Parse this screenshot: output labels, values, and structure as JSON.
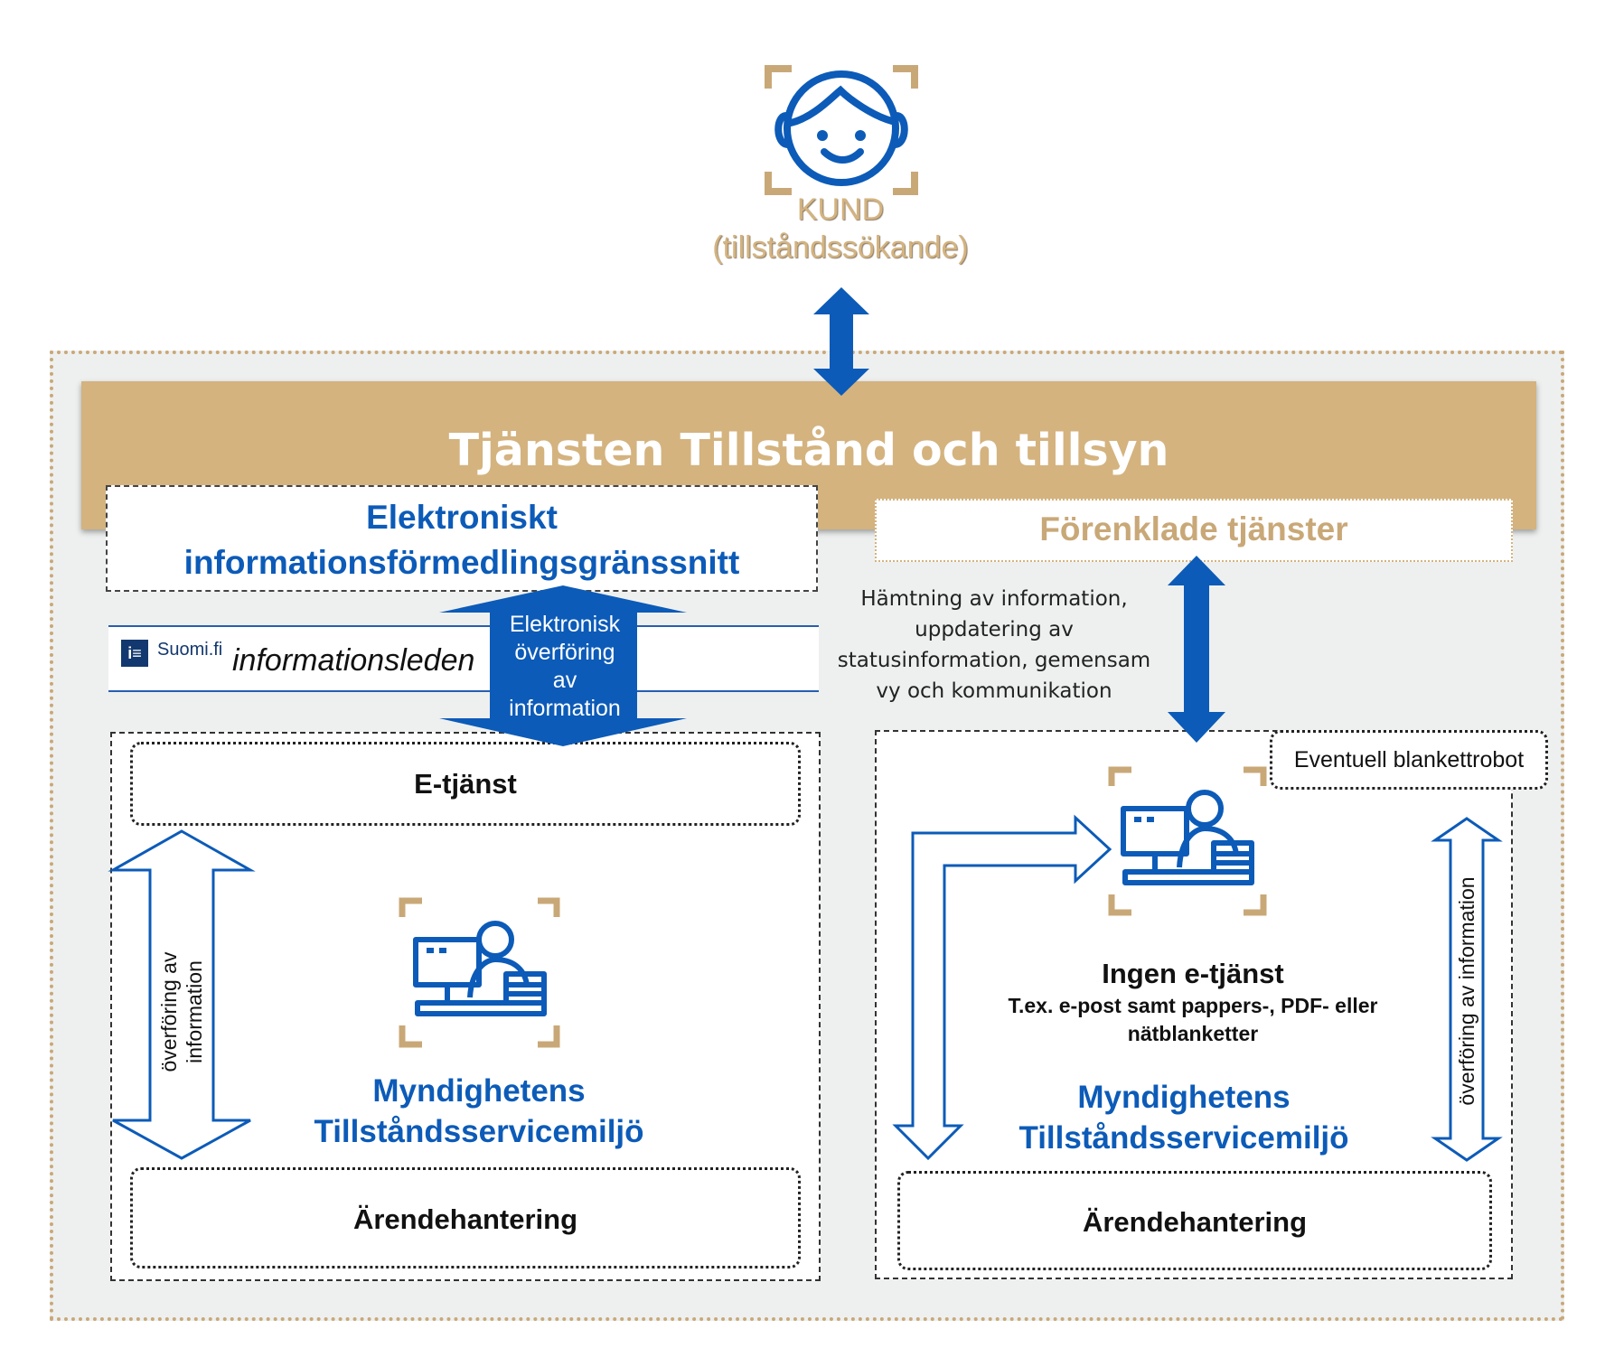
{
  "kund": {
    "line1": "KUND",
    "line2": "(tillståndssökande)"
  },
  "banner": {
    "title": "Tjänsten Tillstånd och tillsyn"
  },
  "left_top": {
    "line1": "Elektroniskt",
    "line2": "informationsförmedlingsgränssnitt"
  },
  "right_top": {
    "title": "Förenklade tjänster"
  },
  "suomi": {
    "logo_text": "Suomi.fi",
    "band_text": "informationsleden"
  },
  "transfer_arrow": {
    "line1": "Elektronisk",
    "line2": "överföring",
    "line3": "av",
    "line4": "information"
  },
  "right_desc": {
    "line1": "Hämtning av information,",
    "line2": "uppdatering av",
    "line3": "statusinformation, gemensam",
    "line4": "vy och kommunikation"
  },
  "left_panel": {
    "etjanst": "E-tjänst",
    "vertical_line1": "överföring av",
    "vertical_line2": "information",
    "mynd_line1": "Myndighetens",
    "mynd_line2": "Tillståndsservicemiljö",
    "arende": "Ärendehantering"
  },
  "right_panel": {
    "robot": "Eventuell blankettrobot",
    "ingen": "Ingen e-tjänst",
    "ingen_sub1": "T.ex. e-post samt pappers-, PDF- eller",
    "ingen_sub2": "nätblanketter",
    "vertical": "överföring av information",
    "mynd_line1": "Myndighetens",
    "mynd_line2": "Tillståndsservicemiljö",
    "arende": "Ärendehantering"
  },
  "colors": {
    "blue": "#0c5bb8",
    "gold": "#d4b37f",
    "panel_bg": "#eef0f0"
  },
  "icons": [
    "person-face-icon",
    "desk-worker-icon",
    "suomi-logo-icon"
  ]
}
